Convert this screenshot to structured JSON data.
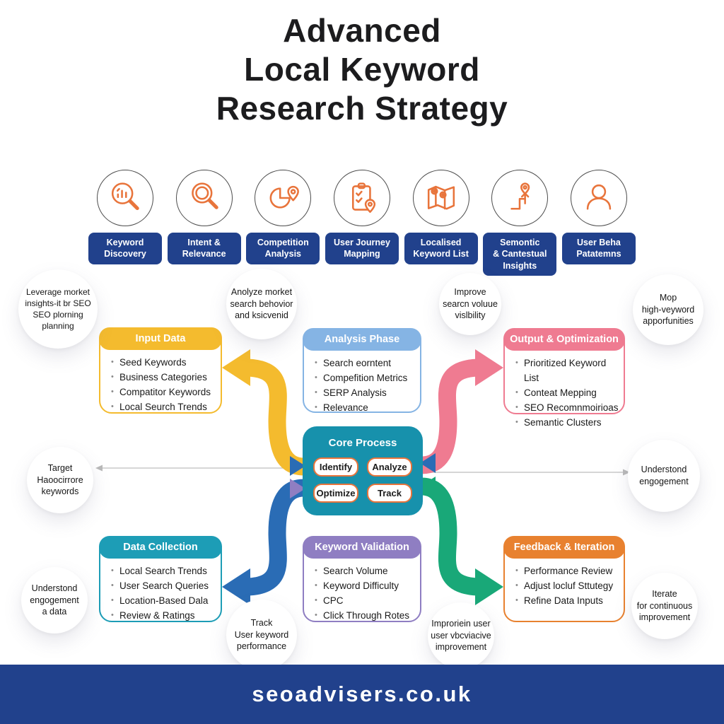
{
  "title": "Advanced\nLocal Keyword\nResearch Strategy",
  "pipeline": {
    "steps": [
      {
        "icon": "magnifier-chart-icon",
        "label": "Keyword\nDiscovery"
      },
      {
        "icon": "magnifier-icon",
        "label": "Intent &\nRelevance"
      },
      {
        "icon": "pie-chart-pin-icon",
        "label": "Competition\nAnalysis"
      },
      {
        "icon": "checklist-pin-icon",
        "label": "User Journey\nMapping"
      },
      {
        "icon": "map-pins-icon",
        "label": "Localised\nKeyword List"
      },
      {
        "icon": "path-arrow-pin-icon",
        "label": "Semontic\n& Cantestual\nInsights"
      },
      {
        "icon": "person-icon",
        "label": "User Beha\nPatatemns"
      }
    ]
  },
  "boxes": {
    "input_data": {
      "title": "Input Data",
      "accent": "#F4BB2E",
      "items": [
        "Seed Keywords",
        "Business Categories",
        "Compatitor Keywords",
        "Local Seurch Trends"
      ]
    },
    "analysis_phase": {
      "title": "Analysis Phase",
      "accent": "#85B4E4",
      "items": [
        "Search eorntent",
        "Compefition Metrics",
        "SERP Analysis",
        "Relevance"
      ]
    },
    "output_optimization": {
      "title": "Output & Optimization",
      "accent": "#EF7B91",
      "items": [
        "Prioritized Keyword List",
        "Conteat Mepping",
        "SEO Recomnmoirioas",
        "Semantic Clusters"
      ]
    },
    "data_collection": {
      "title": "Data Collection",
      "accent": "#1D9DB6",
      "items": [
        "Local Search Trends",
        "User Search Queries",
        "Location-Based Dala",
        "Review & Ratings"
      ]
    },
    "keyword_validation": {
      "title": "Keyword Validation",
      "accent": "#8F7EC2",
      "items": [
        "Search Volume",
        "Keyword Difficulty",
        "CPC",
        "Click Through Rotes"
      ]
    },
    "feedback_iteration": {
      "title": "Feedback & Iteration",
      "accent": "#E8812F",
      "items": [
        "Performance Review",
        "Adjust locluf Sttutegy",
        "Refine Data Inputs"
      ]
    }
  },
  "core": {
    "title": "Core Process",
    "buttons": [
      "Identify",
      "Analyze",
      "Optimize",
      "Track"
    ]
  },
  "bubbles": [
    {
      "text": "Leverage morket\ninsights-it br SEO\nSEO plorning\nplanning"
    },
    {
      "text": "Anolyze morket\nsearch behovior\nand ksicvenid"
    },
    {
      "text": "Improve\nsearcn voluue\nvislbility"
    },
    {
      "text": "Mop\nhigh-veyword\napporfunities"
    },
    {
      "text": "Target\nHaoocirrore\nkeywords"
    },
    {
      "text": "Understond\nengogement"
    },
    {
      "text": "Understond\nengogement\na data"
    },
    {
      "text": "Track\nUser keyword\nperformance"
    },
    {
      "text": "Improriein user\nuser vbcviacive\nimprovement"
    },
    {
      "text": "Iterate\nfor continuous\nimprovement"
    }
  ],
  "footer": {
    "site": "seoadvisers.co.uk"
  },
  "colors": {
    "navy": "#21418C",
    "icon_orange": "#E8743B",
    "yellow": "#F4BB2E",
    "light_blue": "#85B4E4",
    "pink": "#EF7B91",
    "core_teal": "#1791AC",
    "teal": "#1D9DB6",
    "purple": "#8F7EC2",
    "orange": "#E8812F",
    "green": "#19A878",
    "arrow_blue": "#2A6CB5"
  }
}
